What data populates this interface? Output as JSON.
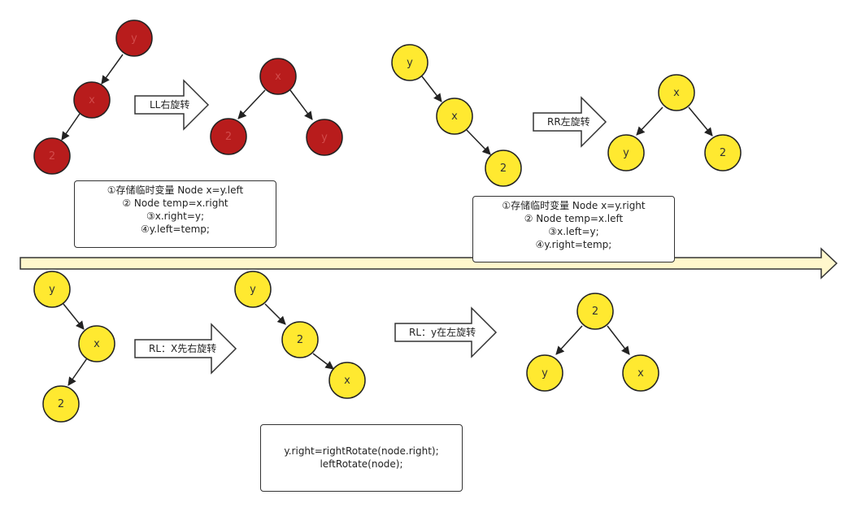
{
  "colors": {
    "red_node_fill": "#b81c1c",
    "red_node_text": "#d24b4b",
    "yellow_node_fill": "#ffe930",
    "node_stroke": "#222222",
    "timeline_fill": "#fff7cc"
  },
  "ll": {
    "before": {
      "y": "y",
      "x": "x",
      "two": "2"
    },
    "after": {
      "x": "x",
      "two": "2",
      "y": "y"
    },
    "arrow_label": "LL右旋转",
    "note_lines": [
      "①存储临时变量 Node x=y.left",
      "② Node temp=x.right",
      "③x.right=y;",
      "④y.left=temp;"
    ]
  },
  "rr": {
    "before": {
      "y": "y",
      "x": "x",
      "two": "2"
    },
    "after": {
      "x": "x",
      "y": "y",
      "two": "2"
    },
    "arrow_label": "RR左旋转",
    "note_lines": [
      "①存储临时变量 Node x=y.right",
      "② Node temp=x.left",
      "③x.left=y;",
      "④y.right=temp;"
    ]
  },
  "rl": {
    "stage1": {
      "y": "y",
      "x": "x",
      "two": "2"
    },
    "stage2": {
      "y": "y",
      "two": "2",
      "x": "x"
    },
    "stage3": {
      "two": "2",
      "y": "y",
      "x": "x"
    },
    "arrow1_label": "RL：X先右旋转",
    "arrow2_label": "RL：y在左旋转",
    "note_lines": [
      "y.right=rightRotate(node.right);",
      "leftRotate(node);"
    ]
  }
}
